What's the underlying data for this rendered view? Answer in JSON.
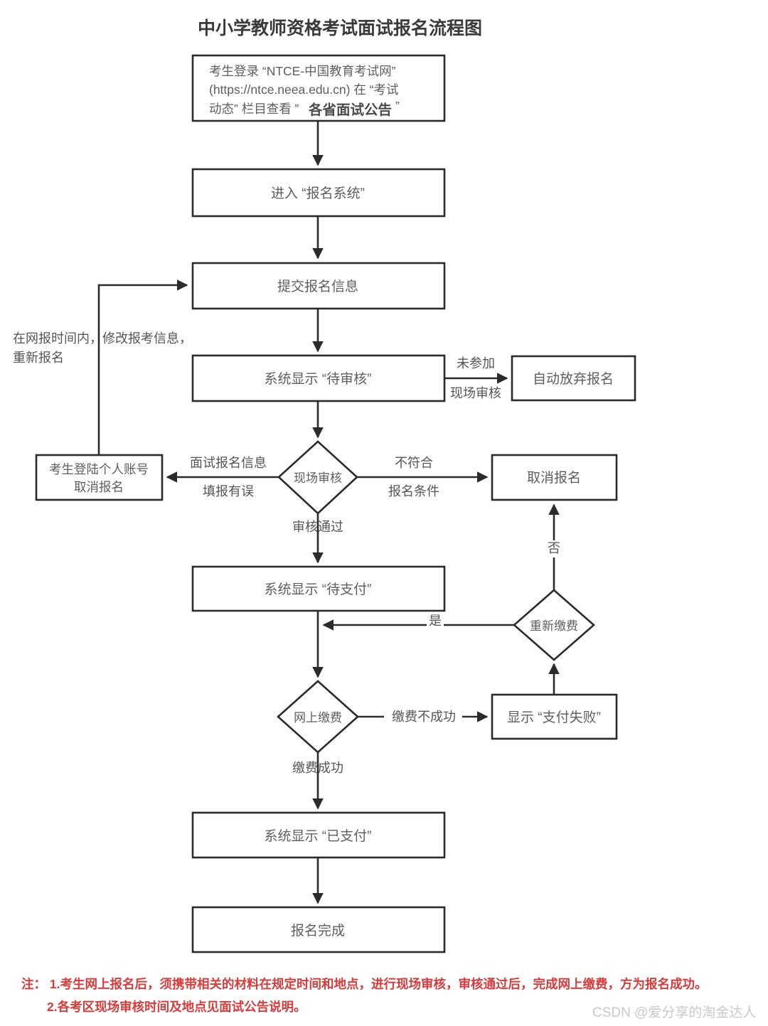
{
  "title": "中小学教师资格考试面试报名流程图",
  "nodes": {
    "login": {
      "line1": "考生登录 “NTCE-中国教育考试网”",
      "line2": "(https://ntce.neea.edu.cn) 在 “考试",
      "line3a": "动态” 栏目查看 ”",
      "line3b": "各省面试公告",
      "line3c": "”"
    },
    "enter_system": "进入 “报名系统”",
    "submit_info": "提交报名信息",
    "pending_review": "系统显示 “待审核”",
    "auto_abandon": "自动放弃报名",
    "cancel_self_l1": "考生登陆个人账号",
    "cancel_self_l2": "取消报名",
    "onsite_review": "现场审核",
    "cancel_reg": "取消报名",
    "pending_payment": "系统显示 “待支付”",
    "repay": "重新缴费",
    "online_pay": "网上缴费",
    "pay_failed": "显示 “支付失败”",
    "paid": "系统显示 “已支付”",
    "done": "报名完成"
  },
  "edge_labels": {
    "not_attend_l1": "未参加",
    "not_attend_l2": "现场审核",
    "wrong_info_l1": "面试报名信息",
    "wrong_info_l2": "填报有误",
    "not_qualified_l1": "不符合",
    "not_qualified_l2": "报名条件",
    "review_passed": "审核通过",
    "modify_l1": "在网报时间内，修改报考信息，",
    "modify_l2": "重新报名",
    "no": "否",
    "yes": "是",
    "pay_failed_label": "缴费不成功",
    "pay_success": "缴费成功"
  },
  "footer": {
    "note1": "注： 1.考生网上报名后，须携带相关的材料在规定时间和地点，进行现场审核，审核通过后，完成网上缴费，方为报名成功。",
    "note2": "2.各考区现场审核时间及地点见面试公告说明。",
    "watermark": "CSDN @爱分享的淘金达人"
  },
  "colors": {
    "stroke": "#2b2b2b",
    "node_text": "#5e5e5e",
    "note_red": "#d93b3b",
    "watermark": "#c9c9c9",
    "background": "#ffffff"
  }
}
